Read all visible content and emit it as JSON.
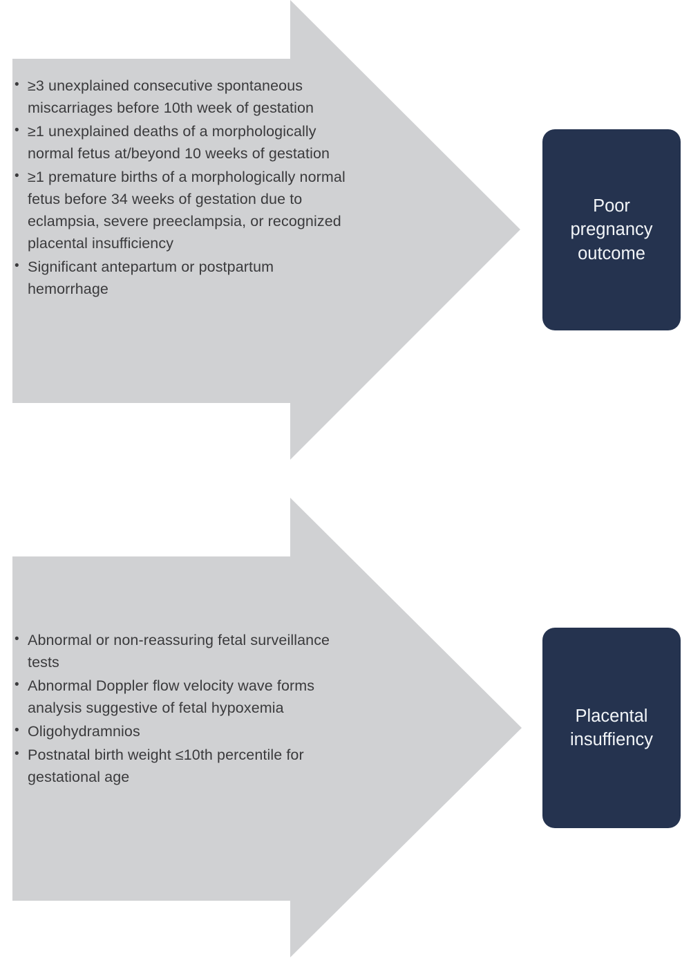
{
  "colors": {
    "arrow_fill": "#d0d1d3",
    "box_fill": "#25334f",
    "box_text": "#f2f5f8",
    "bullet_text": "#3a3a3c",
    "background": "#ffffff"
  },
  "groups": [
    {
      "id": "poor-pregnancy",
      "criteria": [
        "≥3 unexplained consecutive spontaneous miscarriages before 10th week of gestation",
        "≥1 unexplained deaths of a morphologically normal fetus at/beyond 10 weeks of gestation",
        "≥1 premature births of a morphologically normal fetus before 34 weeks of gestation due to eclampsia, severe preeclampsia, or recognized placental insufficiency",
        "Significant antepartum or postpartum hemorrhage"
      ],
      "outcome": "Poor pregnancy outcome"
    },
    {
      "id": "placental-insufficiency",
      "criteria": [
        "Abnormal or non-reassuring fetal surveillance tests",
        "Abnormal Doppler flow velocity wave forms analysis suggestive of fetal hypoxemia",
        "Oligohydramnios",
        "Postnatal birth weight ≤10th percentile for gestational age"
      ],
      "outcome": "Placental insuffiency"
    }
  ]
}
